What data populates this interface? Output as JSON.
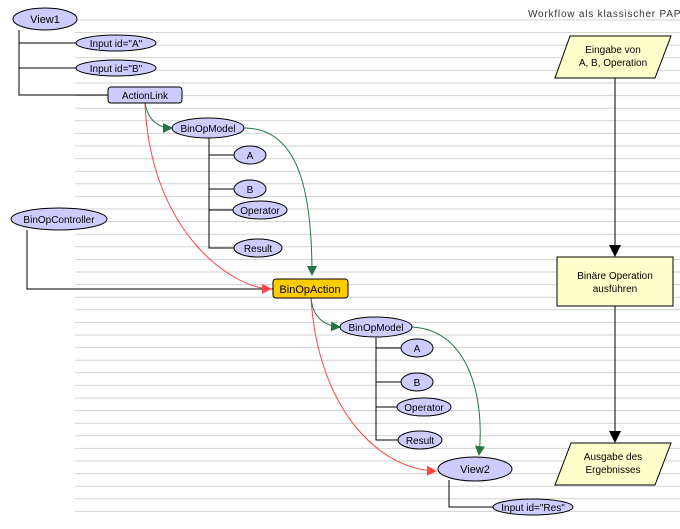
{
  "header": {
    "title": "Workflow als klassischer PAP"
  },
  "nodes": {
    "view1": "View1",
    "input_a": "Input id=\"A\"",
    "input_b": "Input id=\"B\"",
    "action_link": "ActionLink",
    "model1": "BinOpModel",
    "model1_a": "A",
    "model1_b": "B",
    "model1_operator": "Operator",
    "model1_result": "Result",
    "controller": "BinOpController",
    "action": "BinOpAction",
    "model2": "BinOpModel",
    "model2_a": "A",
    "model2_b": "B",
    "model2_operator": "Operator",
    "model2_result": "Result",
    "view2": "View2",
    "input_res": "Input id=\"Res\""
  },
  "pap": {
    "input_line1": "Eingabe von",
    "input_line2": "A, B, Operation",
    "process_line1": "Binäre Operation",
    "process_line2": "ausführen",
    "output_line1": "Ausgabe des",
    "output_line2": "Ergebnisses"
  },
  "colors": {
    "ellipse_fill": "#ccccff",
    "action_fill": "#ffcc00",
    "pap_fill": "#ffffcc",
    "red_arrow": "#ff4444",
    "green_arrow": "#227744"
  }
}
